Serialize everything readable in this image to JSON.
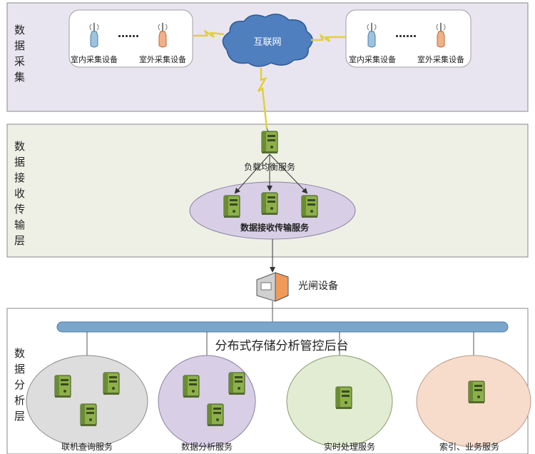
{
  "layers": {
    "collection": {
      "label": "数据采集层"
    },
    "receive": {
      "label": "数据接收传输层"
    },
    "analysis": {
      "label": "数据分析层"
    }
  },
  "collection": {
    "left_group": {
      "indoor_label": "室内采集设备",
      "outdoor_label": "室外采集设备",
      "dots": "……"
    },
    "right_group": {
      "indoor_label": "室内采集设备",
      "outdoor_label": "室外采集设备",
      "dots": "……"
    },
    "cloud_label": "互联网"
  },
  "receive": {
    "load_balancer_label": "负载均衡服务",
    "cluster_label": "数据接收传输服务"
  },
  "gateway": {
    "label": "光闸设备"
  },
  "analysis": {
    "backbone_label": "分布式存储分析管控后台",
    "services": [
      {
        "label": "联机查询服务"
      },
      {
        "label": "数据分析服务"
      },
      {
        "label": "实时处理服务"
      },
      {
        "label": "索引、业务服务"
      }
    ]
  },
  "colors": {
    "collection_bg": "#e9e5f0",
    "receive_bg": "#eef0e6",
    "analysis_bg": "#ffffff",
    "bus": "#7aa6cc",
    "cluster_ellipse": "#d8cfe6",
    "service_gray": "#dddddd",
    "service_purple": "#d8cfe6",
    "service_green": "#e2ecd2",
    "service_orange": "#f7dccb"
  }
}
